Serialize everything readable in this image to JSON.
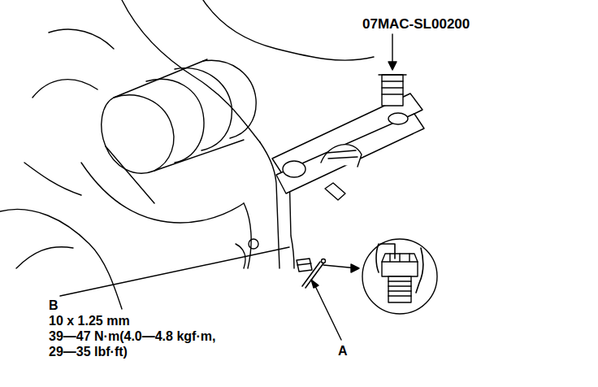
{
  "diagram": {
    "labels": [
      "07MAC-SL00200",
      "B",
      "10 x 1.25 mm",
      "39—47 N·m(4.0—4.8 kgf·m, 29—35 lbf·ft)",
      "A"
    ]
  }
}
